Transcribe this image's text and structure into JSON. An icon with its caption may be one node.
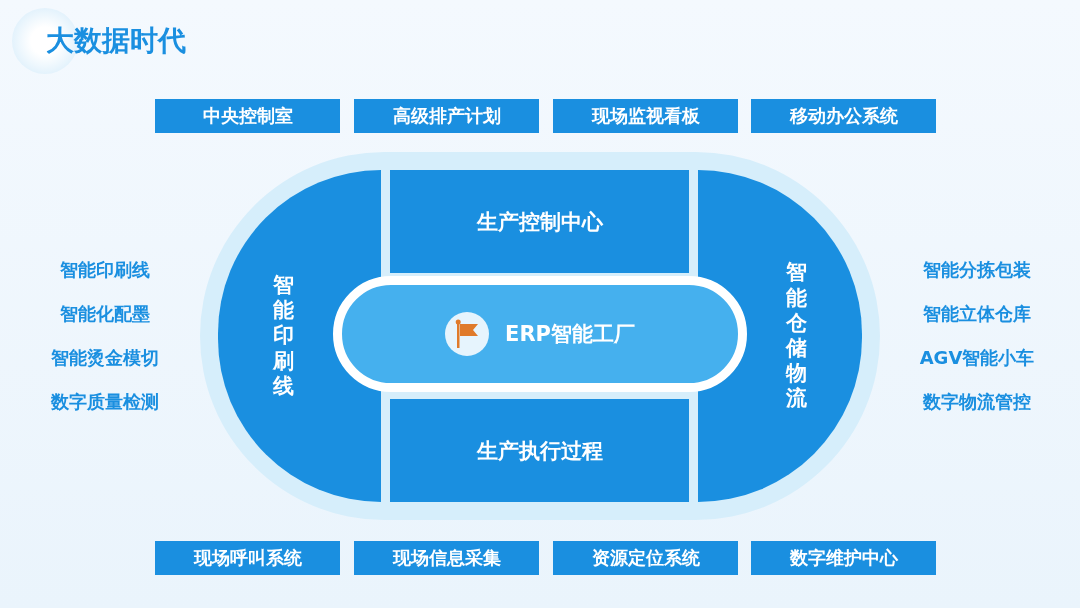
{
  "diagram": {
    "title": "大数据时代",
    "nodes": [
      {
        "text": [
          "中央控制室"
        ]
      },
      {
        "text": [
          "高级排产计划"
        ]
      },
      {
        "text": [
          "现场监视看板"
        ]
      },
      {
        "text": [
          "移动办公系统"
        ]
      },
      {
        "text": [
          "生产控制中心"
        ]
      },
      {
        "text": [
          "智能印刷线"
        ]
      },
      {
        "text": [
          "ERP智能工厂"
        ]
      },
      {
        "text": [
          "智能仓储物流"
        ]
      },
      {
        "text": [
          "生产执行过程"
        ]
      },
      {
        "text": [
          "现场呼叫系统"
        ]
      },
      {
        "text": [
          "现场信息采集"
        ]
      },
      {
        "text": [
          "资源定位系统"
        ]
      },
      {
        "text": [
          "数字维护中心"
        ]
      }
    ],
    "labels": [
      "智能印刷线",
      "智能化配墨",
      "智能烫金模切",
      "数字质量检测",
      "智能分拣包装",
      "智能立体仓库",
      "AGV智能小车",
      "数字物流管控"
    ]
  }
}
